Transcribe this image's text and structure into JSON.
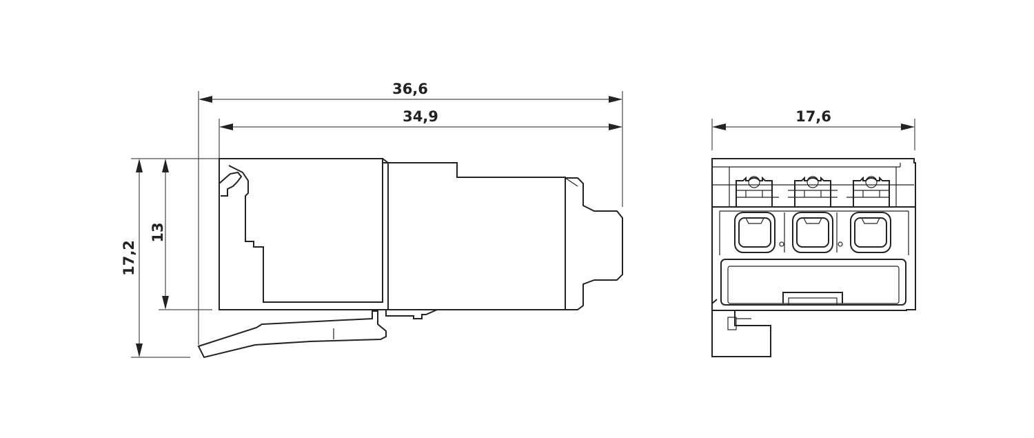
{
  "dimensions": {
    "overall_length": "36,6",
    "body_length": "34,9",
    "front_width": "17,6",
    "overall_height": "17,2",
    "body_height": "13"
  },
  "colors": {
    "line": "#222222",
    "background": "#ffffff"
  }
}
